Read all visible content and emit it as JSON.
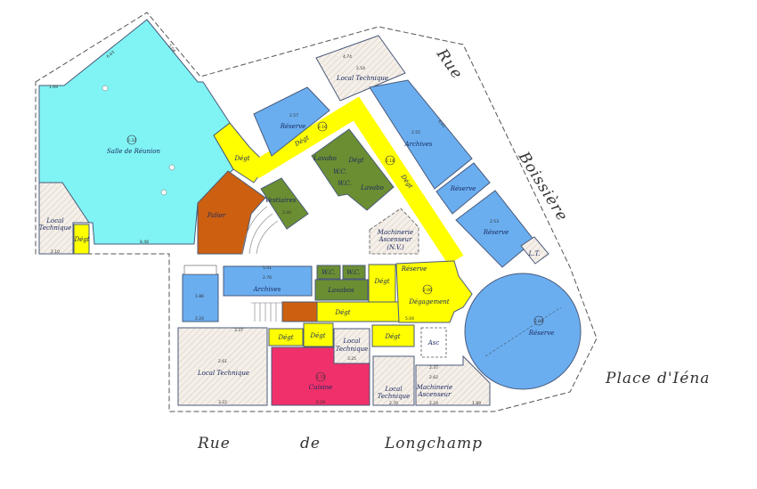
{
  "colors": {
    "reunion": "#80f4f4",
    "reserve": "#6aaef0",
    "corridor": "#ffff00",
    "sanitary": "#6b8e32",
    "palier": "#cc6010",
    "cuisine": "#f0306a",
    "technique": "#f2ece6"
  },
  "streets": {
    "rue": "Rue",
    "boissiere": "Boissière",
    "place": "Place d'Iéna",
    "longchamp_rue": "Rue",
    "longchamp_de": "de",
    "longchamp": "Longchamp"
  },
  "rooms": {
    "salle": {
      "name": "Salle de Réunion",
      "no": "2.32"
    },
    "lt_left": {
      "name1": "Local",
      "name2": "Technique"
    },
    "degt_left": {
      "name": "Dégt"
    },
    "palier": {
      "name": "Palier"
    },
    "vestiaires": {
      "name": "Vestiaires",
      "no": "2.40"
    },
    "degt_upper": {
      "name": "Dégt"
    },
    "degt_upper2": {
      "name": "Dégt",
      "no": "2.16"
    },
    "reserve_257": {
      "name": "Réserve",
      "no": "2.57"
    },
    "lt_254": {
      "name": "Local Technique",
      "no": "2.54"
    },
    "lavabo1": {
      "name": "Lavabo"
    },
    "lavabo2": {
      "name": "Lavabo"
    },
    "degt_wc": {
      "name": "Dégt"
    },
    "wc1": {
      "name": "W.C."
    },
    "wc2": {
      "name": "W.C."
    },
    "degt_218": {
      "name": "Dégt",
      "no": "2.18"
    },
    "archives_255": {
      "name": "Archives",
      "no": "2.55"
    },
    "reserve_small": {
      "name": "Réserve"
    },
    "reserve_253": {
      "name": "Réserve",
      "no": "2.53"
    },
    "lt_small": {
      "name": "L.T."
    },
    "machinerie_nv": {
      "name1": "Machinerie",
      "name2": "Ascenseur",
      "name3": "(N.V.)"
    },
    "room_186": {
      "no": "1.86"
    },
    "archives_276": {
      "name": "Archives",
      "no": "2.76"
    },
    "wc3": {
      "name": "W.C."
    },
    "wc4": {
      "name": "W.C."
    },
    "lavabos": {
      "name": "Lavabos"
    },
    "degt_mid": {
      "name": "Dégt"
    },
    "degt_low": {
      "name": "Dégt"
    },
    "reserve_top": {
      "name": "Réserve"
    },
    "degagement": {
      "name": "Dégagement",
      "no": "2.06"
    },
    "reserve_round": {
      "name": "Réserve",
      "no": "2.04"
    },
    "lt_261": {
      "name": "Local Technique",
      "no": "2.61"
    },
    "degt_a": {
      "name": "Dégt"
    },
    "degt_b": {
      "name": "Dégt"
    },
    "degt_c": {
      "name": "Dégt"
    },
    "lt_mid": {
      "name1": "Local",
      "name2": "Technique"
    },
    "cuisine": {
      "name": "Cuisine",
      "no": "2.72"
    },
    "asc": {
      "name": "Asc"
    },
    "lt_low": {
      "name1": "Local",
      "name2": "Technique"
    },
    "machinerie": {
      "name1": "Machinerie",
      "name2": "Ascenseur",
      "no": "2.62"
    }
  },
  "dimensions": {
    "d1": "6.63",
    "d2": "5.04",
    "d3": "1.69",
    "d4": "8.48",
    "d5": "2.10",
    "d6": "4.74",
    "d7": "6.41",
    "d8": "5.41",
    "d9": "3.22",
    "d10": "6.29",
    "d11": "3.37",
    "d12": "5.04",
    "d13": "3.25",
    "d14": "2.70",
    "d15": "2.24",
    "d16": "1.89",
    "d17": "2.37",
    "d18": "2.24"
  }
}
